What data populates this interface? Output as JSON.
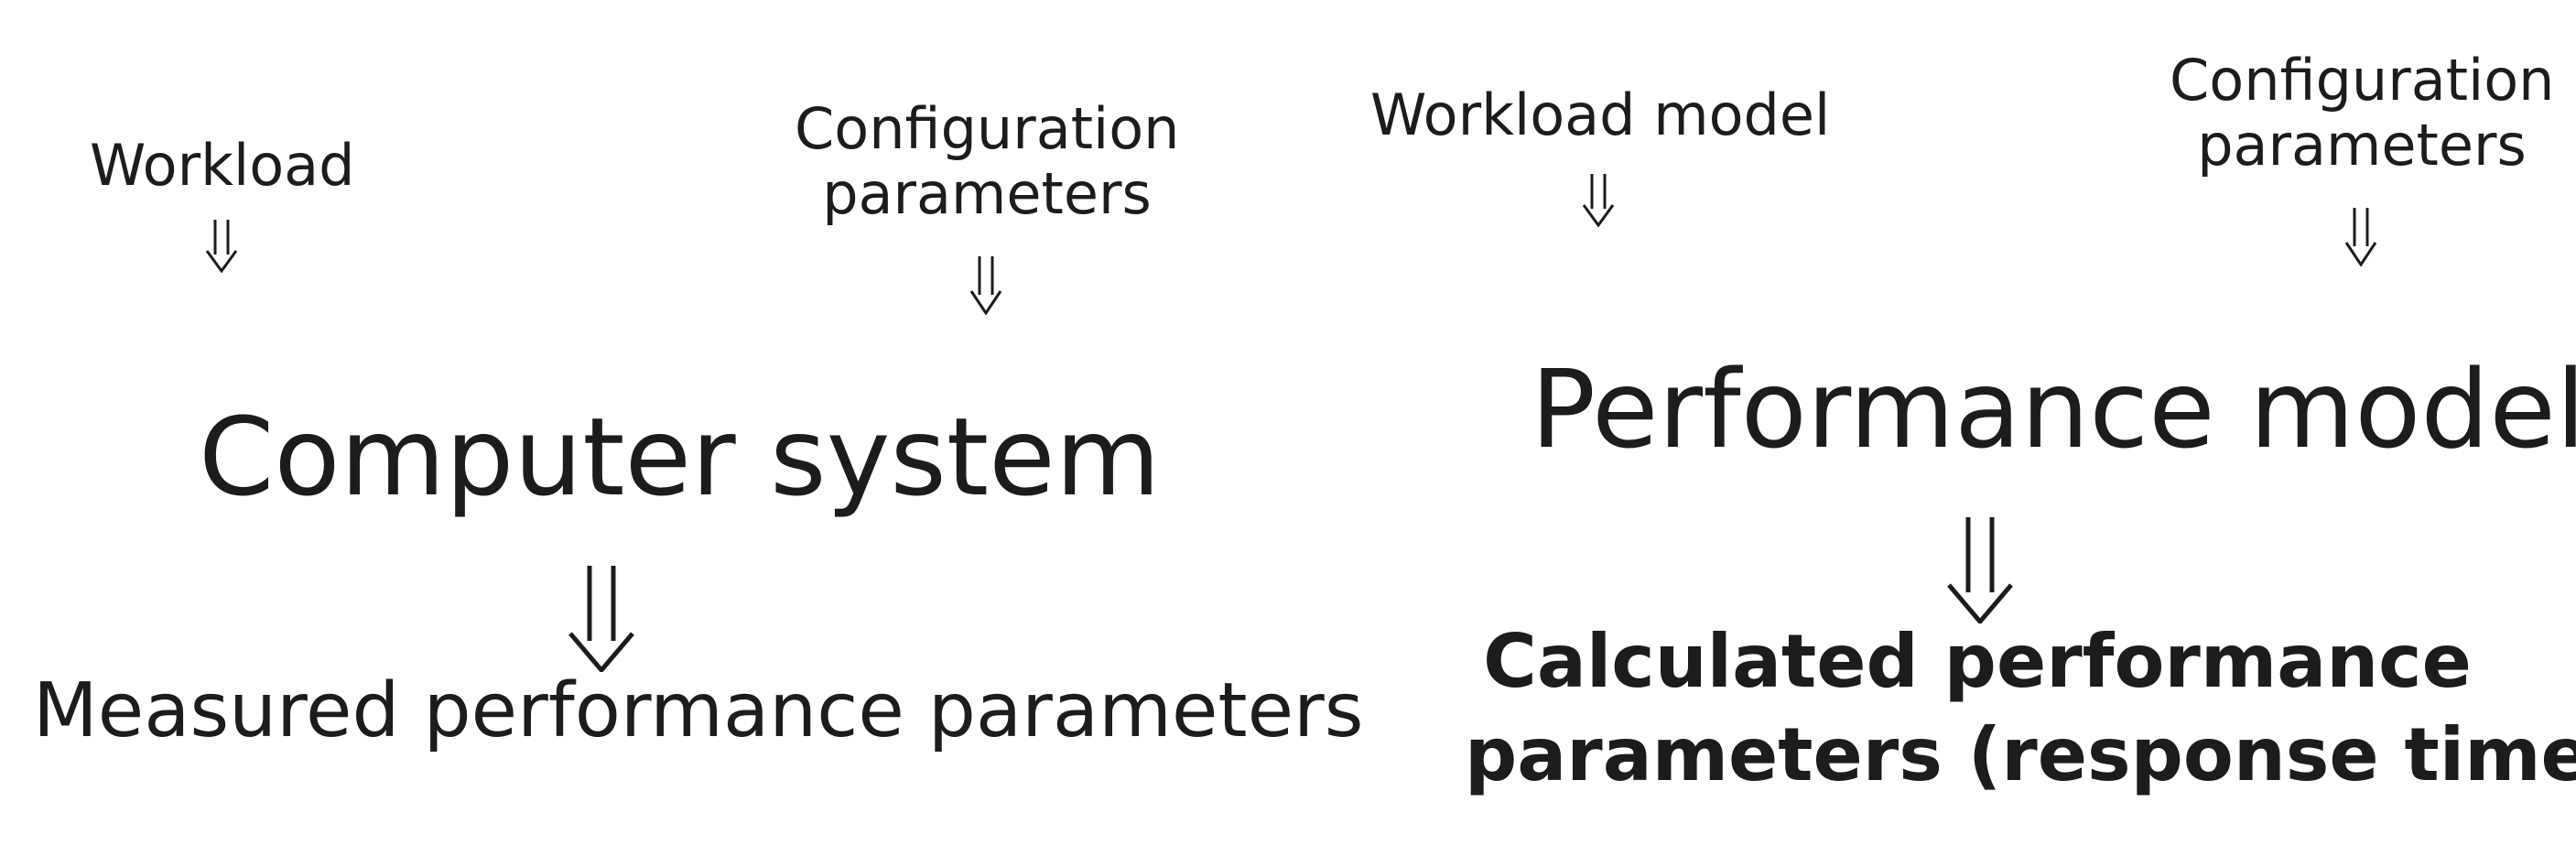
{
  "left": {
    "workload": "Workload",
    "config_line1": "Configuration",
    "config_line2": "parameters",
    "system": "Computer system",
    "output": "Measured performance parameters"
  },
  "right": {
    "workload_model": "Workload model",
    "config_line1": "Configuration",
    "config_line2": "parameters",
    "model": "Performance model",
    "output_line1": "Calculated performance",
    "output_line2": "parameters (response time)"
  },
  "icons": {
    "arrow": "double-down-arrow-icon"
  }
}
